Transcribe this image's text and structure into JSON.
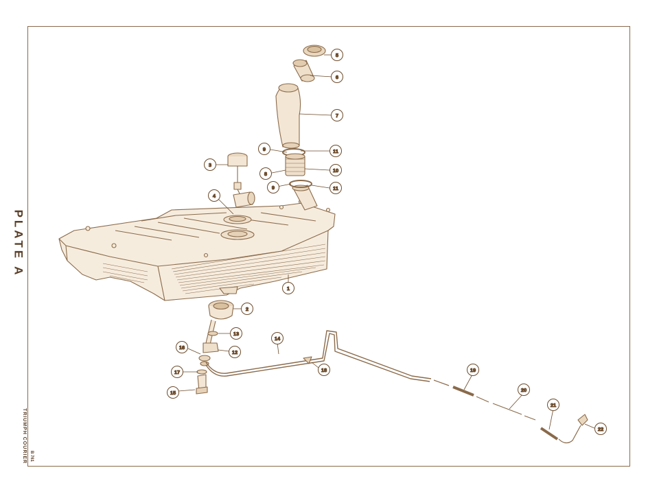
{
  "plate": {
    "title": "PLATE A",
    "caption": "TRIUMPH COURIER",
    "page_ref": "B 761"
  },
  "colors": {
    "ink": "#8a6a4a",
    "fill": "#f3e6d6",
    "paper": "#ffffff"
  },
  "callouts": [
    {
      "id": "c5",
      "label": "5"
    },
    {
      "id": "c6",
      "label": "6"
    },
    {
      "id": "c7",
      "label": "7"
    },
    {
      "id": "c9a",
      "label": "9"
    },
    {
      "id": "c11a",
      "label": "11"
    },
    {
      "id": "c8",
      "label": "8"
    },
    {
      "id": "c10",
      "label": "10"
    },
    {
      "id": "c9b",
      "label": "9"
    },
    {
      "id": "c11b",
      "label": "11"
    },
    {
      "id": "c3",
      "label": "3"
    },
    {
      "id": "c4",
      "label": "4"
    },
    {
      "id": "c1",
      "label": "1"
    },
    {
      "id": "c2",
      "label": "2"
    },
    {
      "id": "c13",
      "label": "13"
    },
    {
      "id": "c14",
      "label": "14"
    },
    {
      "id": "c16",
      "label": "16"
    },
    {
      "id": "c12",
      "label": "12"
    },
    {
      "id": "c17",
      "label": "17"
    },
    {
      "id": "c18",
      "label": "18"
    },
    {
      "id": "c15",
      "label": "15"
    },
    {
      "id": "c19",
      "label": "19"
    },
    {
      "id": "c20",
      "label": "20"
    },
    {
      "id": "c21",
      "label": "21"
    },
    {
      "id": "c22",
      "label": "22"
    }
  ]
}
